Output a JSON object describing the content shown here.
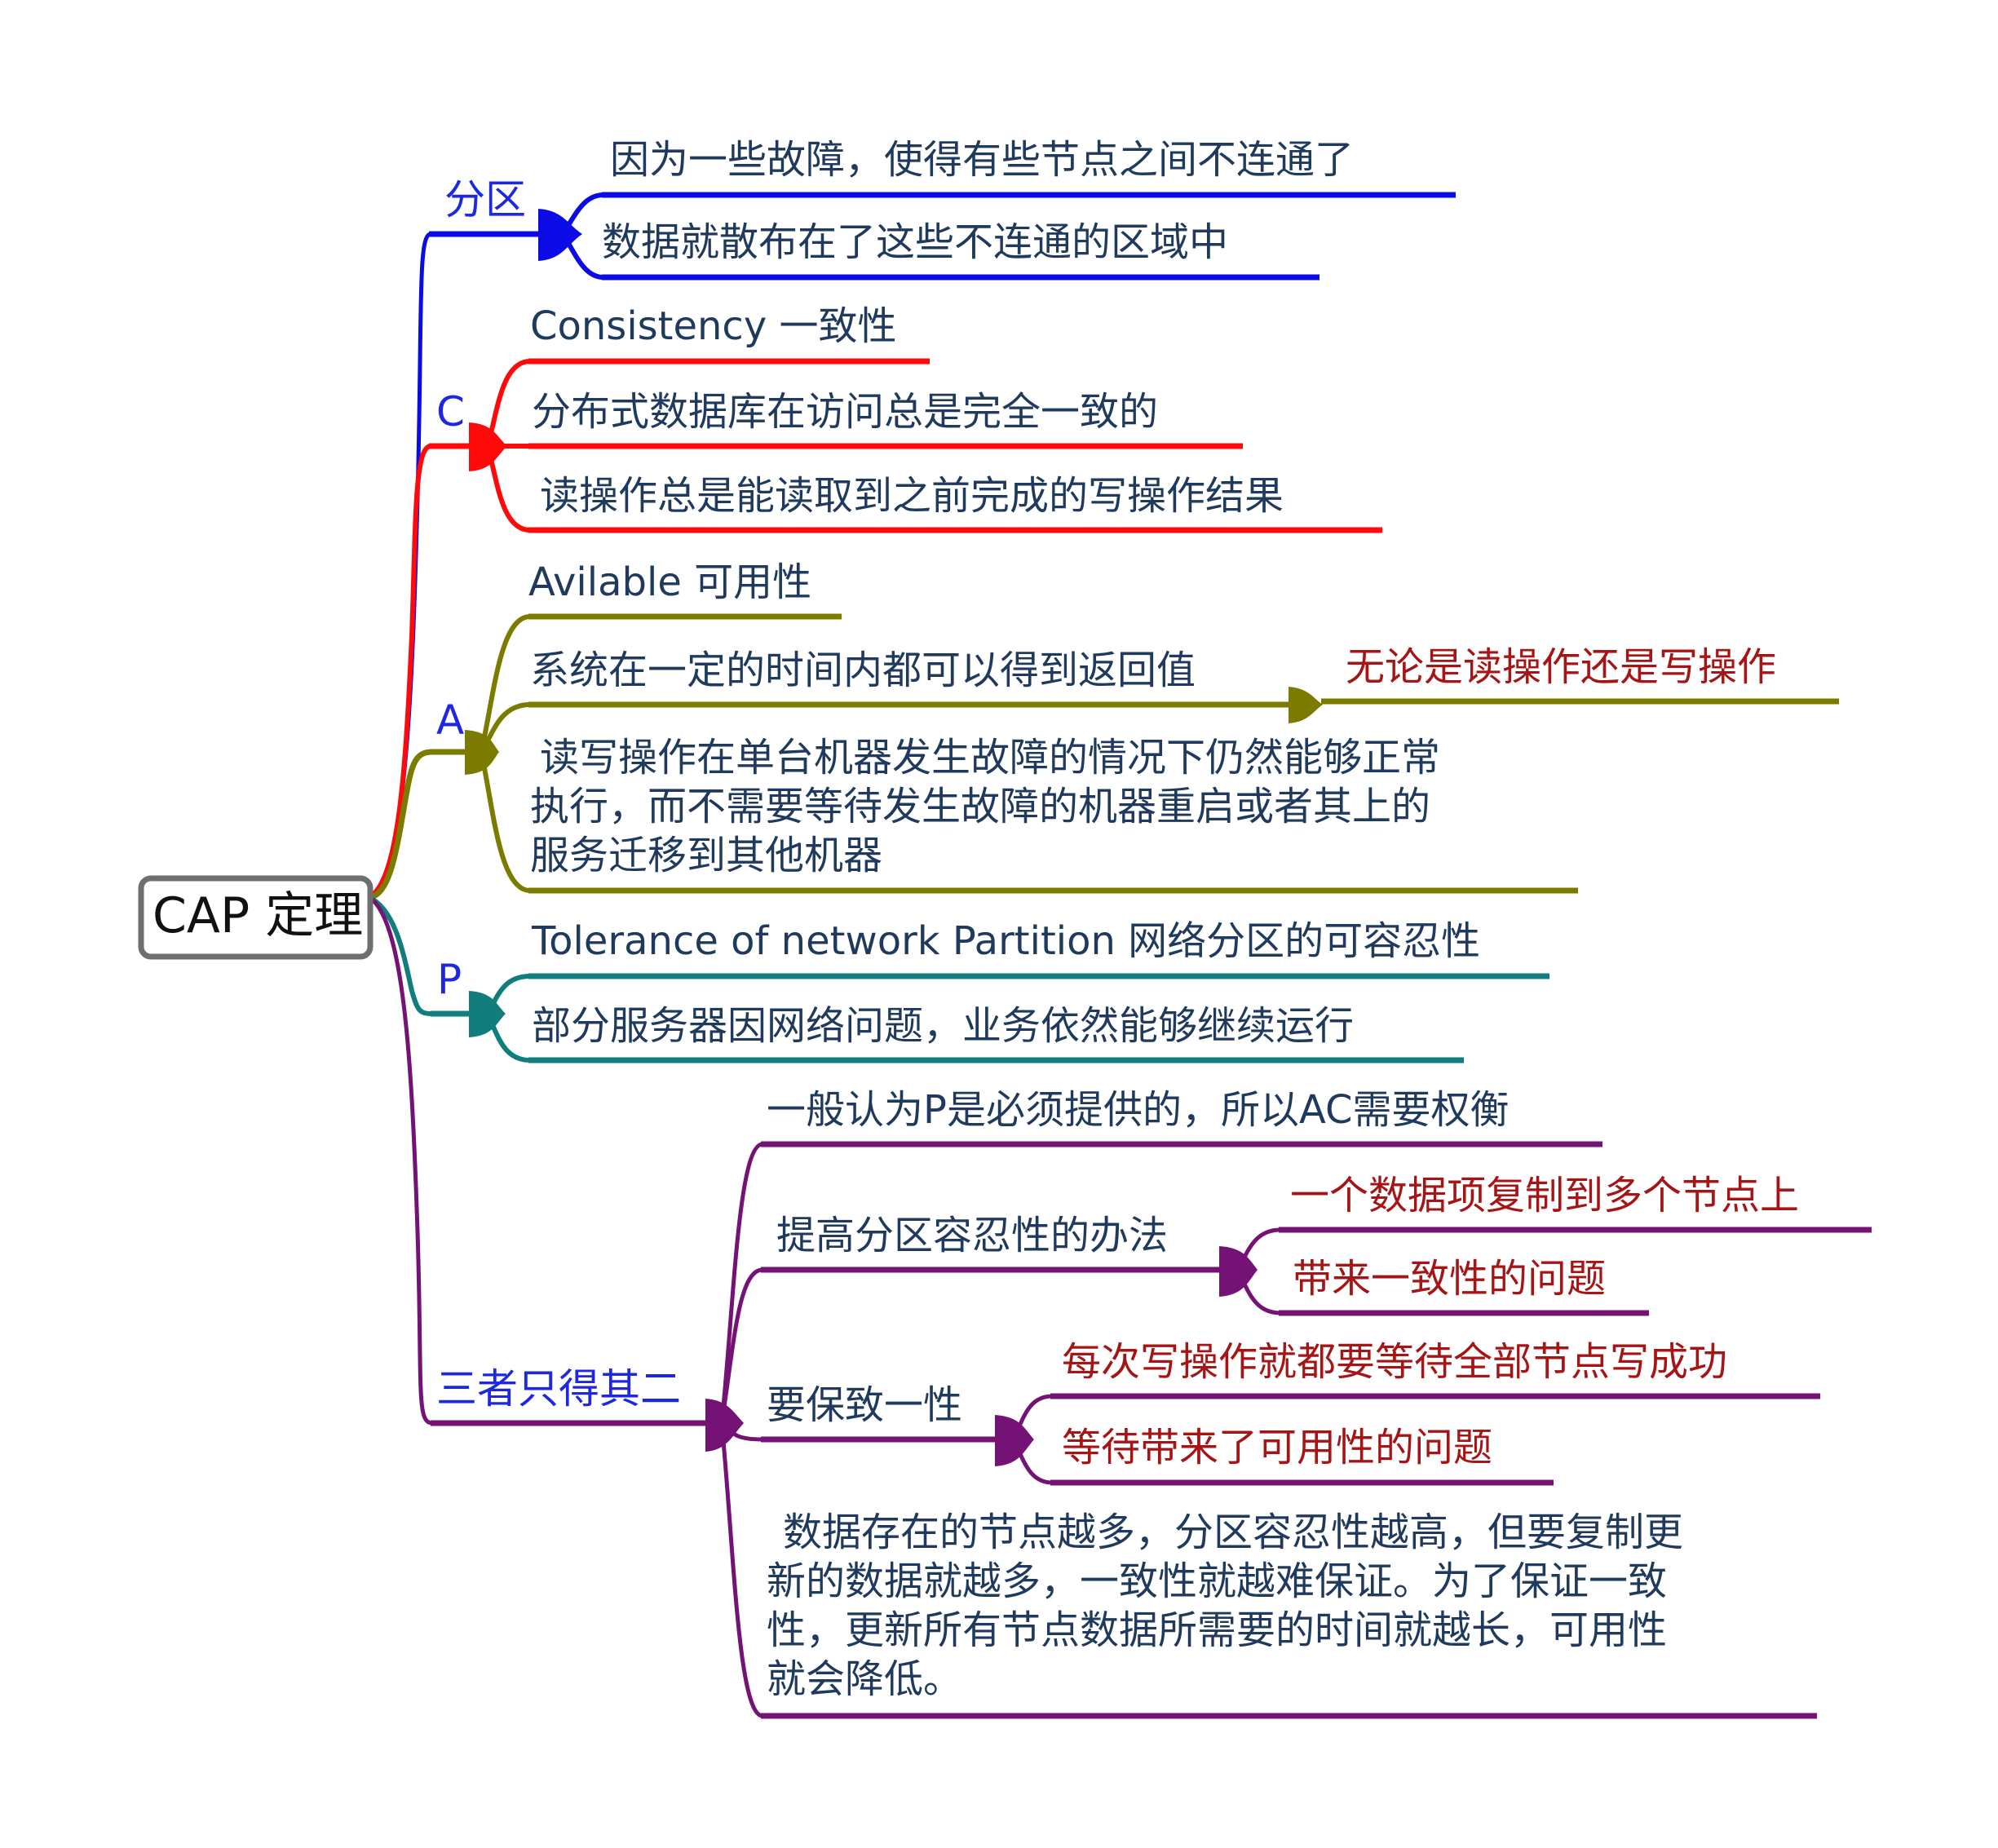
{
  "root": {
    "label": "CAP 定理",
    "border_color": "#6f6f6f"
  },
  "colors": {
    "partition": "#0b0be6",
    "c": "#ff0a0a",
    "a": "#7b7b00",
    "p": "#117d7d",
    "tradeoff": "#751275",
    "branch_label": "#1d28e0",
    "leaf_text": "#1f3a5c",
    "sub_leaf_text": "#a51515"
  },
  "branches": {
    "partition": {
      "label": "分区",
      "items": [
        "因为一些故障，使得有些节点之间不连通了",
        "数据就散布在了这些不连通的区域中"
      ]
    },
    "c": {
      "label": "C",
      "items": [
        "Consistency  一致性",
        "分布式数据库在访问总是完全一致的",
        "读操作总是能读取到之前完成的写操作结果"
      ]
    },
    "a": {
      "label": "A",
      "items": [
        "Avilable  可用性",
        "系统在一定的时间内都可以得到返回值",
        [
          "读写操作在单台机器发生故障的情况下仍然能够正常",
          "执行，而不需要等待发生故障的机器重启或者其上的",
          "服务迁移到其他机器"
        ]
      ],
      "sub": "无论是读操作还是写操作"
    },
    "p": {
      "label": "P",
      "items": [
        "Tolerance of network Partition 网络分区的可容忍性",
        "部分服务器因网络问题，业务依然能够继续运行"
      ]
    },
    "tradeoff": {
      "label": "三者只得其二",
      "items": [
        "一般认为P是必须提供的，所以AC需要权衡",
        "提高分区容忍性的办法",
        "要保致一性",
        [
          "数据存在的节点越多，分区容忍性越高，但要复制更",
          "新的数据就越多，一致性就越难保证。为了保证一致",
          "性，更新所有节点数据所需要的时间就越长，可用性",
          "就会降低。"
        ]
      ],
      "sub_tolerance": [
        "一个数据项复制到多个节点上",
        "带来一致性的问题"
      ],
      "sub_consistency": [
        "每次写操作就都要等待全部节点写成功",
        "等待带来了可用性的问题"
      ]
    }
  }
}
